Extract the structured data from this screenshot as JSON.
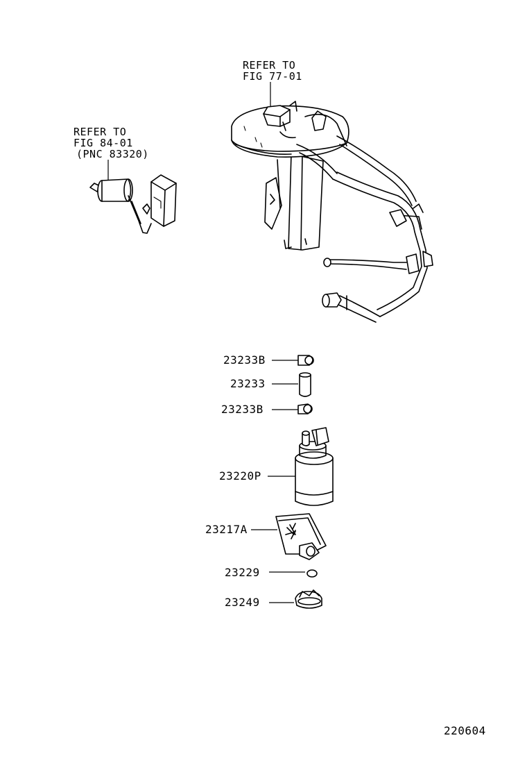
{
  "references": {
    "sender_gauge": {
      "line1": "REFER TO",
      "line2": "FIG 84-01",
      "line3": "(PNC 83320)"
    },
    "tank_cover": {
      "line1": "REFER TO",
      "line2": "FIG 77-01"
    }
  },
  "parts": [
    {
      "number": "23233B"
    },
    {
      "number": "23233"
    },
    {
      "number": "23233B"
    },
    {
      "number": "23220P"
    },
    {
      "number": "23217A"
    },
    {
      "number": "23229"
    },
    {
      "number": "23249"
    }
  ],
  "figure_number": "220604"
}
